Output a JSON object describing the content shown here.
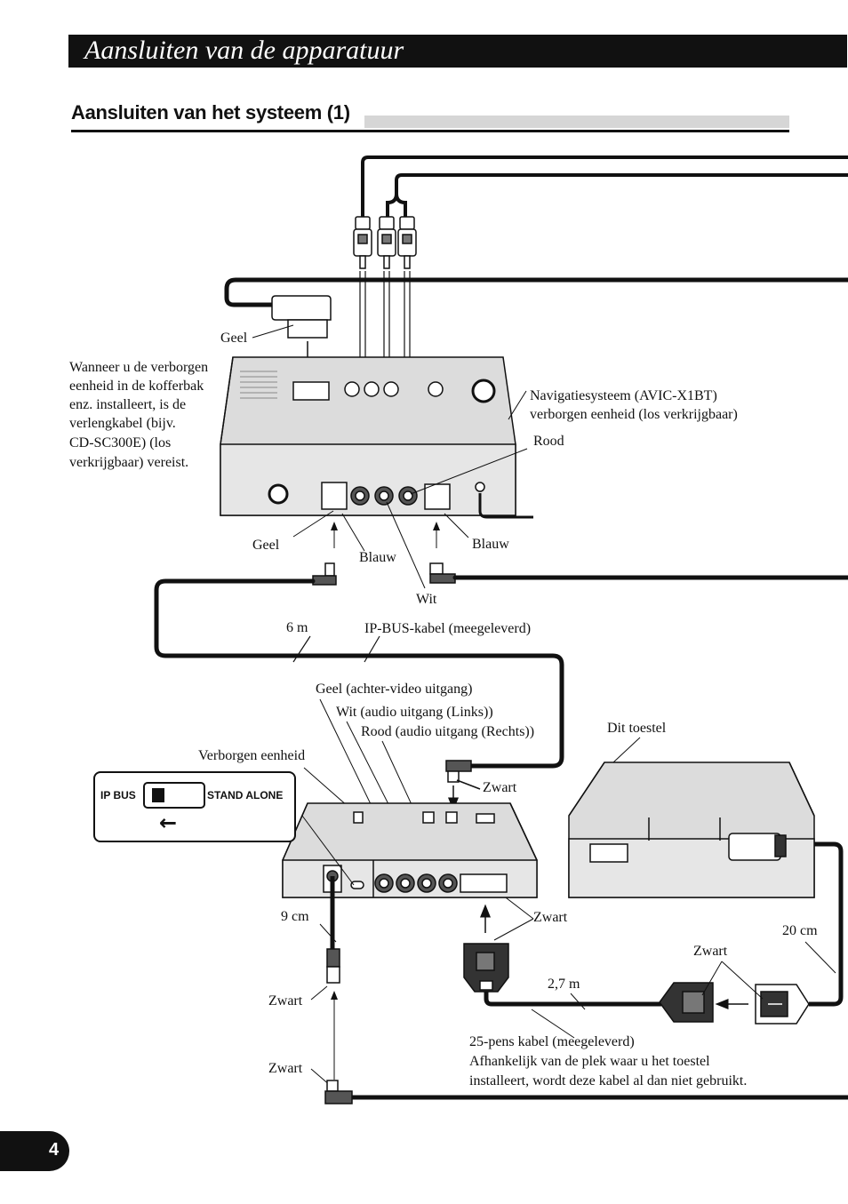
{
  "header": {
    "title": "Aansluiten van de apparatuur"
  },
  "section": {
    "title": "Aansluiten van het systeem (1)"
  },
  "labels": {
    "geel_top": "Geel",
    "extension_note": [
      "Wanneer u de verborgen",
      "eenheid in de kofferbak",
      "enz. installeert, is de",
      "verlengkabel (bijv.",
      "CD-SC300E) (los",
      "verkrijgbaar) vereist."
    ],
    "nav_system": [
      "Navigatiesysteem (AVIC-X1BT)",
      "verborgen eenheid (los verkrijgbaar)"
    ],
    "rood": "Rood",
    "geel_left": "Geel",
    "blauw_left": "Blauw",
    "blauw_right": "Blauw",
    "wit": "Wit",
    "six_m": "6 m",
    "ip_bus_cable": "IP-BUS-kabel (meegeleverd)",
    "geel_video_out": "Geel (achter-video uitgang)",
    "wit_audio_left": "Wit (audio uitgang (Links))",
    "rood_audio_right": "Rood (audio uitgang (Rechts))",
    "dit_toestel": "Dit toestel",
    "verborgen_eenheid": "Verborgen eenheid",
    "zwart_top": "Zwart",
    "zwart_mid": "Zwart",
    "nine_cm": "9 cm",
    "twenty_cm": "20 cm",
    "zwart_right": "Zwart",
    "two_seven_m": "2,7 m",
    "zwart_left": "Zwart",
    "zwart_bottom": "Zwart",
    "pin_cable": [
      "25-pens kabel (meegeleverd)",
      "Afhankelijk van de plek waar u het toestel",
      "installeert, wordt deze kabel al dan niet gebruikt."
    ]
  },
  "switch": {
    "left_label": "IP BUS",
    "right_label": "STAND ALONE",
    "arrow": "left-arrow"
  },
  "page": {
    "number": "4"
  }
}
